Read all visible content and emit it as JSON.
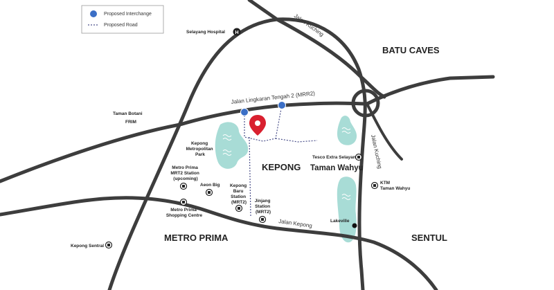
{
  "legend": {
    "interchange_label": "Proposed Interchange",
    "road_label": "Proposed Road"
  },
  "areas": {
    "batu_caves": "BATU CAVES",
    "kepong": "KEPONG",
    "metro_prima": "METRO PRIMA",
    "sentul": "SENTUL",
    "taman_wahyu": "Taman Wahyu",
    "taman_botani_1": "Taman Botani",
    "taman_botani_2": "FRIM",
    "lakeville": "Lakeville"
  },
  "roads": {
    "jalan_kuching_top": "Jalan Kuching",
    "mrr2": "Jalan Lingkaran Tengah 2 (MRR2)",
    "jalan_kuching_side": "Jalan Kuching",
    "jalan_kepong": "Jalan Kepong"
  },
  "places": {
    "selayang_hospital": "Selayang Hospital",
    "kepong_park": [
      "Kepong",
      "Metropolitan",
      "Park"
    ],
    "tesco": "Tesco Extra Selayang",
    "ktm": [
      "KTM",
      "Taman Wahyu"
    ],
    "metro_prima_mrt2": [
      "Metro Prima",
      "MRT2 Station",
      "(upcoming)"
    ],
    "aeon": "Aeon Big",
    "kepong_baru": [
      "Kepong",
      "Baru",
      "Station",
      "(MRT2)"
    ],
    "jinjang": [
      "Jinjang",
      "Station",
      "(MRT2)"
    ],
    "metro_prima_sc": [
      "Metro Prima",
      "Shopping Centre"
    ],
    "kepong_sentral": "Kepong Sentral"
  },
  "colors": {
    "interchange": "#3b6fc6",
    "road": "#3d3d3d",
    "lake": "#a8dcd6",
    "pin": "#d9202f",
    "proposed_road": "#4a4f8a"
  },
  "icons": {
    "hospital": "hospital-h-icon",
    "station": "train-station-icon",
    "shop": "shopping-icon",
    "pin": "location-pin-icon"
  }
}
